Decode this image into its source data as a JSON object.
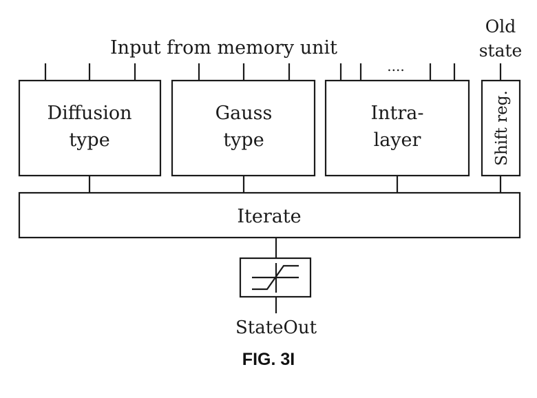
{
  "header": {
    "input_label": "Input from memory unit",
    "old_state_line1": "Old",
    "old_state_line2": "state"
  },
  "blocks": {
    "diffusion": {
      "line1": "Diffusion",
      "line2": "type"
    },
    "gauss": {
      "line1": "Gauss",
      "line2": "type"
    },
    "intra": {
      "line1": "Intra-",
      "line2": "layer"
    },
    "shift_reg": "Shift reg."
  },
  "ellipsis": "....",
  "iterate_label": "Iterate",
  "output_label": "StateOut",
  "figure_caption": "FIG. 3I"
}
